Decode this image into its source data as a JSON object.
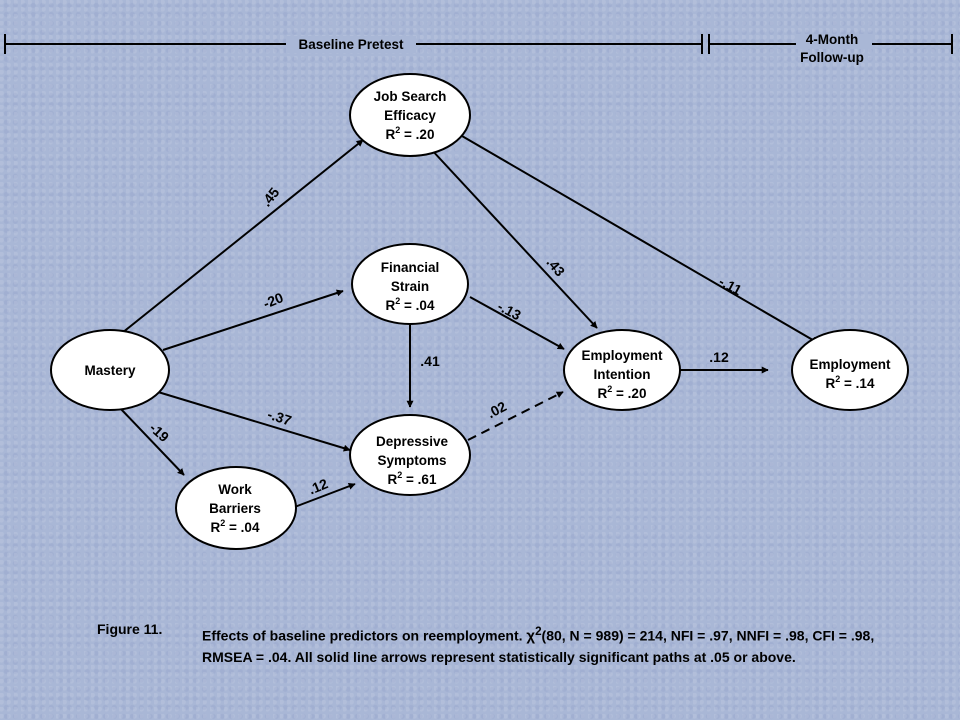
{
  "timeline": {
    "baseline_label": "Baseline Pretest",
    "followup_line1": "4-Month",
    "followup_line2": "Follow-up"
  },
  "nodes": {
    "mastery": {
      "label": "Mastery"
    },
    "job_search": {
      "line1": "Job Search",
      "line2": "Efficacy",
      "r2_value": " = .20"
    },
    "financial": {
      "line1": "Financial",
      "line2": "Strain",
      "r2_value": " = .04"
    },
    "depressive": {
      "line1": "Depressive",
      "line2": "Symptoms",
      "r2_value": " = .61"
    },
    "work_barriers": {
      "line1": "Work",
      "line2": "Barriers",
      "r2_value": " = .04"
    },
    "intention": {
      "line1": "Employment",
      "line2": "Intention",
      "r2_value": " = .20"
    },
    "employment": {
      "line1": "Employment",
      "r2_value": " = .14"
    },
    "r2_prefix": "R",
    "r2_sup": "2"
  },
  "paths": {
    "mastery_jse": ".45",
    "mastery_fin": "-20",
    "mastery_dep": "-.37",
    "mastery_wb": "-19",
    "jse_intention": ".43",
    "jse_employment": "-.11",
    "fin_dep": ".41",
    "fin_intention": "-.13",
    "wb_dep": ".12",
    "dep_intention": ".02",
    "intention_employment": ".12"
  },
  "caption": {
    "label": "Figure 11.",
    "text_before": "Effects of baseline predictors on reemployment.  ",
    "chi_symbol": "χ",
    "chi_sup": "2",
    "text_after": "(80, N = 989) = 214, NFI = .97, NNFI = .98, CFI = .98, RMSEA = .04.  All solid line arrows represent statistically significant paths at .05 or above."
  }
}
